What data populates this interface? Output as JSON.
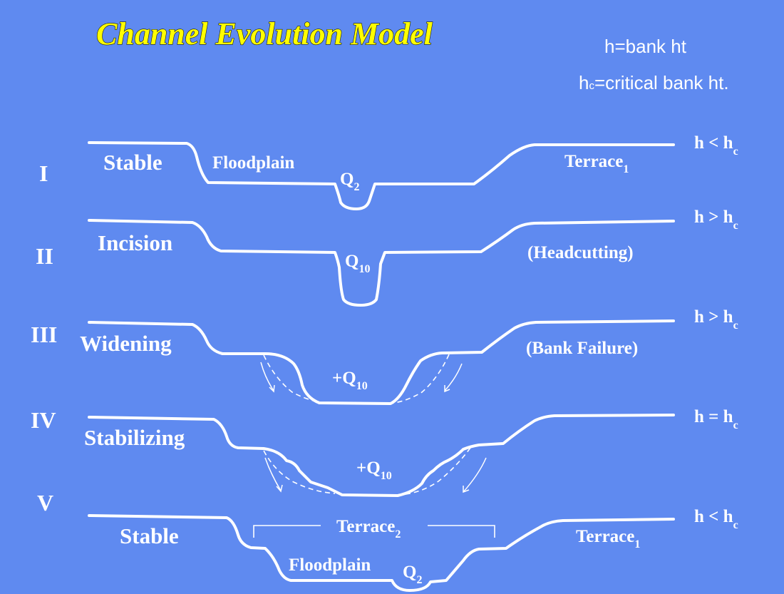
{
  "title": "Channel Evolution Model",
  "legend": {
    "h_def": "h=bank ht",
    "hc_prefix": "h",
    "hc_sub": "c",
    "hc_rest": "=critical bank ht."
  },
  "stages": [
    {
      "numeral": "I",
      "name": "Stable",
      "cond_left": "h < h",
      "cond_sub": "c",
      "left_label": "Floodplain",
      "center_main": "Q",
      "center_sub": "2",
      "right_main": "Terrace",
      "right_sub": "1"
    },
    {
      "numeral": "II",
      "name": "Incision",
      "cond_left": "h > h",
      "cond_sub": "c",
      "center_main": "Q",
      "center_sub": "10",
      "right_main": "(Headcutting)"
    },
    {
      "numeral": "III",
      "name": "Widening",
      "cond_left": "h > h",
      "cond_sub": "c",
      "center_main": "+Q",
      "center_sub": "10",
      "right_main": "(Bank Failure)"
    },
    {
      "numeral": "IV",
      "name": "Stabilizing",
      "cond_left": "h = h",
      "cond_sub": "c",
      "center_main": "+Q",
      "center_sub": "10"
    },
    {
      "numeral": "V",
      "name": "Stable",
      "cond_left": "h < h",
      "cond_sub": "c",
      "left_label": "Floodplain",
      "center_main": "Q",
      "center_sub": "2",
      "right_main": "Terrace",
      "right_sub": "1",
      "top_main": "Terrace",
      "top_sub": "2"
    }
  ]
}
